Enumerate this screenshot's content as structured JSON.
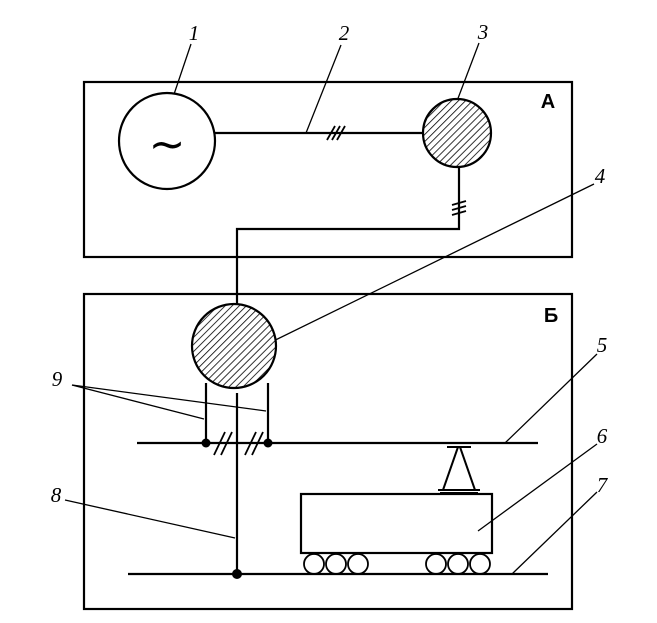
{
  "zones": {
    "a": "А",
    "b": "Б"
  },
  "generator_symbol": "~",
  "callouts": {
    "c1": "1",
    "c2": "2",
    "c3": "3",
    "c4": "4",
    "c5": "5",
    "c6": "6",
    "c7": "7",
    "c8": "8",
    "c9": "9"
  }
}
